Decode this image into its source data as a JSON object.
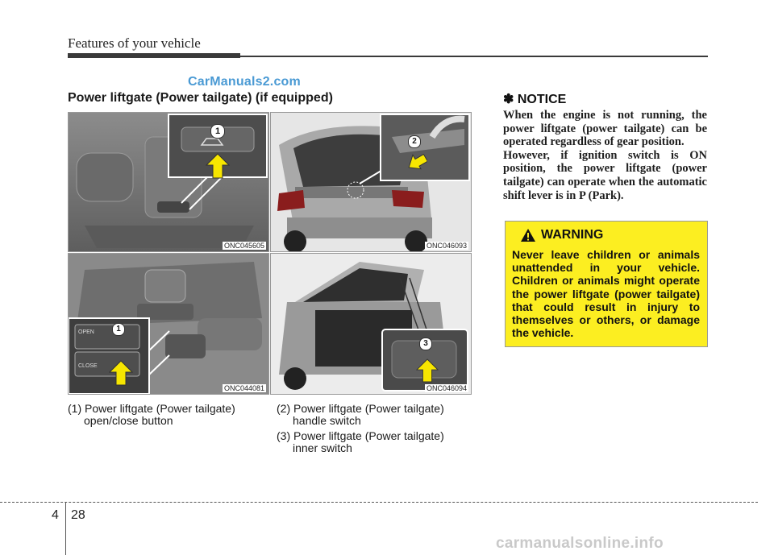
{
  "header": {
    "chapter_title": "Features of your vehicle",
    "watermark_top": "CarManuals2.com"
  },
  "section": {
    "title": "Power liftgate (Power tailgate) (if equipped)"
  },
  "images": [
    {
      "code": "ONC045605",
      "callout": "1"
    },
    {
      "code": "ONC046093",
      "callout": "2"
    },
    {
      "code": "ONC044081",
      "callout": "1",
      "open_label": "OPEN",
      "close_label": "CLOSE"
    },
    {
      "code": "ONC046094",
      "callout": "3"
    }
  ],
  "captions": [
    {
      "line1": "(1) Power liftgate (Power tailgate)",
      "line2": "open/close button"
    },
    {
      "line1": "(2) Power liftgate (Power tailgate)",
      "line2": "handle switch"
    },
    {
      "line1": "(3) Power liftgate (Power tailgate)",
      "line2": "inner switch"
    }
  ],
  "notice": {
    "title": "✽ NOTICE",
    "paragraph1": "When the engine is not running, the power liftgate (power tailgate) can be operated regardless of gear position.",
    "paragraph2": "However, if ignition switch is ON position, the power liftgate (power tailgate) can operate when the automatic shift lever is in P (Park)."
  },
  "warning": {
    "title": "WARNING",
    "text": "Never leave children or animals unattended in your vehicle. Children or animals might operate the power liftgate (power tailgate) that could result in injury to themselves or others, or damage the vehicle."
  },
  "footer": {
    "chapter": "4",
    "page": "28",
    "watermark": "carmanualsonline.info"
  },
  "colors": {
    "warning_bg": "#fcee21",
    "arrow_yellow": "#f7e600",
    "watermark_blue": "#4a9ad4"
  }
}
